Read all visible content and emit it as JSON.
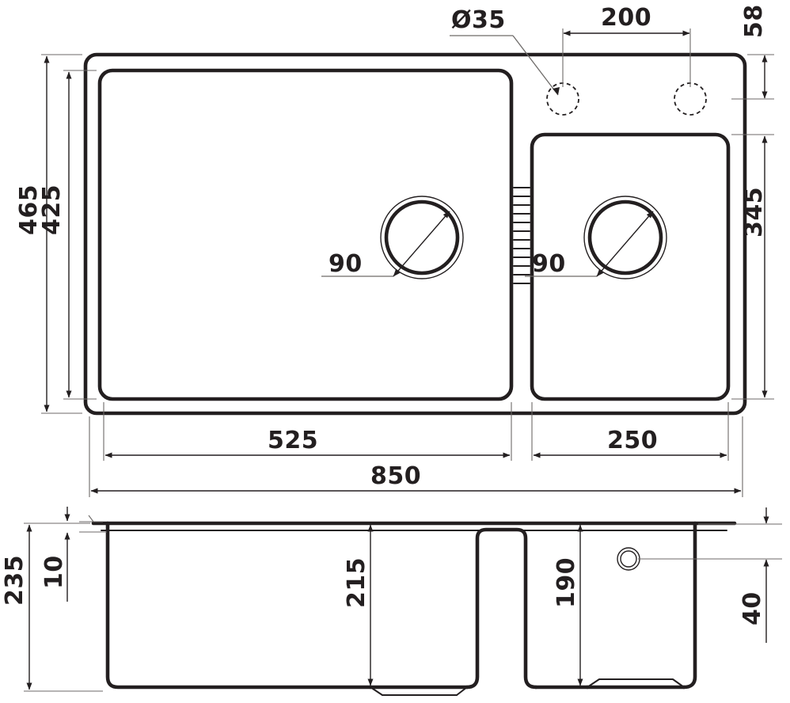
{
  "drawing": {
    "title": "Kitchen sink technical drawing",
    "type": "engineering-dimension-drawing",
    "units": "mm",
    "views": [
      {
        "name": "top-view",
        "label": ""
      },
      {
        "name": "section-view",
        "label": ""
      }
    ]
  },
  "colors": {
    "outline": "#231f20",
    "extension": "#6d6a68",
    "background": "#ffffff"
  },
  "dimensions": {
    "diameter_tap_hole": "Ø35",
    "tap_hole_spacing": "200",
    "right_edge_offset": "58",
    "overall_depth": "465",
    "left_bowl_depth": "425",
    "right_bowl_depth": "345",
    "left_drain_diameter": "90",
    "right_drain_diameter": "90",
    "left_bowl_width": "525",
    "right_bowl_width": "250",
    "overall_width": "850",
    "overall_height": "235",
    "rim_thickness": "10",
    "left_bowl_height": "215",
    "right_bowl_height": "190",
    "right_bowl_drop": "40"
  },
  "labels": {
    "d35": "Ø35",
    "n200": "200",
    "n58": "58",
    "n465": "465",
    "n425": "425",
    "n345": "345",
    "n90_left": "90",
    "n90_right": "90",
    "n525": "525",
    "n250": "250",
    "n850": "850",
    "n235": "235",
    "n10": "10",
    "n215": "215",
    "n190": "190",
    "n40": "40"
  }
}
